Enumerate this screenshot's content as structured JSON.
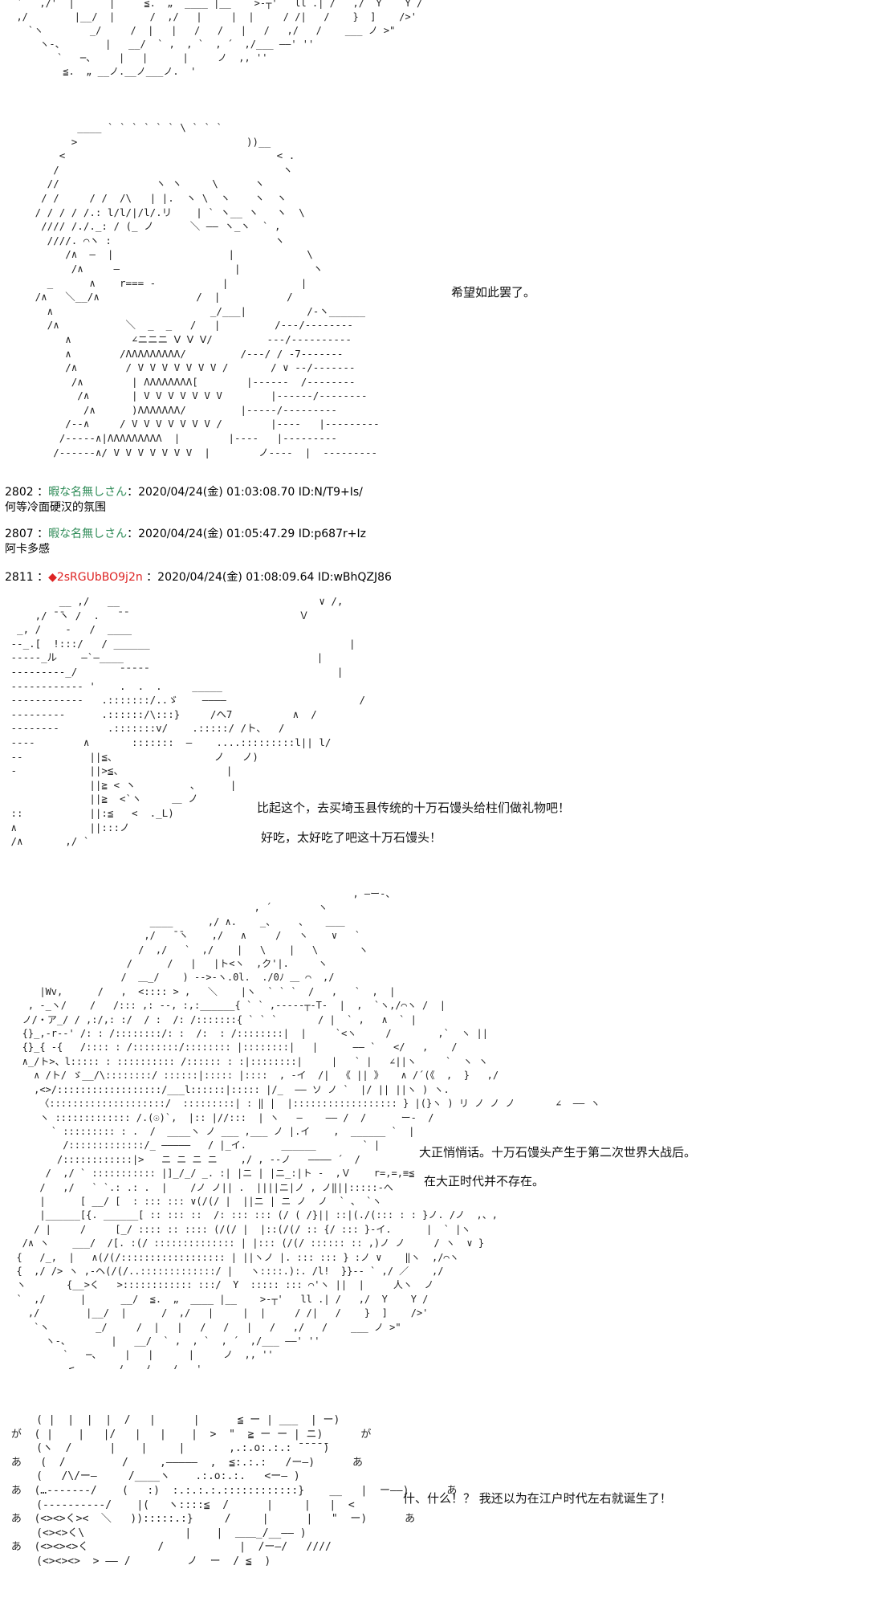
{
  "art": {
    "a1": "  `   ,/'  |      |     ≦.  „  ____ |__    >-┬'   ll .| /   ,/  Y    Y /\n  ,/        |__/  |      /  ,/   |     |  |     / /|   /    }  ]    />'\n    `ヽ        _/     /  |   |   /   /   |   /   ,/   /    ___ ノ >\"\n      ヽ-、       |   __/  ` ,  , `  , ´  ,/___ ――' ''\n         `   ─、    |   |      |     ノ  ,, ''\n          ≦.  „ __ノ.__ノ___ノ.  '",
    "a2": "            ____ ` ` ` ` ` ` \\ ` ` `\n           >                            ))__\n         <                                   < .\n        /                                     ヽ\n       //                ヽ ヽ     \\      ヽ\n      / /     / /  /\\   | |.  ヽ \\  ヽ    ヽ  ヽ\n     / / / / /.: l/l/|/l/.リ    | ` ヽ__ ヽ   ヽ  \\\n      //// /./._: / (_ ノ      ＼ ―― ヽ_ヽ  ` ,\n       ////. ⌒ヽ :                           ヽ\n          /∧  ―  |                   |            \\\n           /∧     ―                   |            ヽ\n       _      ∧    r=== -           |            |\n     /∧   ＼__/∧                /  |           /\n       ∧                          _/___|          /-ヽ______\n       /∧           ＼  _  _   /   |         /---/--------\n          ∧          ∠ニニニ Ⅴ Ⅴ Ⅴ/         ---/----------\n          ∧        /ΛΛΛΛΛΛΛΛΛ/         /---/ / -7-------\n          /∧        / V V V V V V V /       / ∨ --/-------\n           /∧        | ΛΛΛΛΛΛΛΛ[        |------  /--------\n            /∧       | V V V V V V V        |------/--------\n             /∧      )ΛΛΛΛΛΛΛ/         |-----/---------\n          /--∧     / V V V V V V V /        |----   |---------\n         /-----∧|ΛΛΛΛΛΛΛΛΛ  |        |----   |---------\n        /------∧/ V V V V V V V  |        ノ----  |  ---------",
    "a3": "         __ ,/   __                                 ∨ /,\n     ,/ ̄ ̄ヽ /  .   ̄ ̄                             Ｖ\n  _, /    -   /  ____\n --_.[  !:::/   / ______                                 |\n -----_ル    ―`―____                                |\n ---------_/       ̄ ̄ ̄ ̄ ̄                                |\n ------------ '    .  .  .     _____\n ------------   .:::::::/..ゞ    ――――                      /\n ---------      .::::::/\\:::}     /ヘ7          ∧  /\n --------        .:::::::v/    .:::::/ /ト、  /\n ----        ∧       :::::::  ―    ....:::::::::l|| l/\n --           ||≦、                ノ   ノ)\n -            ||>≦、                 |\n              ||≧ < ヽ         、     |\n              ||≧  <`ヽ     ＿ ノ\n ::           ||:≦   <  ._L)\n ∧            ||:::ノ\n /∧       ,/ `",
    "a4": "                                                            , ―ー-、\n                                           , ´        ヽ\n                         ____      ,/ ∧.    _、    、   ＿＿\n                        ,/   ̄ ̄ヽ    ,/   ∧     /   ヽ    ∨   `\n                       /  ,/   `  ,/    |   \\    |   \\       ヽ\n                     /      /   |   |ト<ヽ  ,ク'|.     ヽ\n                    /  ＿_/    ) -->-ヽ.0l.  ./0ﾉ ＿ ⌒  ,/\n      |Wv,      /   ,  <:::: > ,   ＼    |ヽ  ` ` `  /   ,   `  ,  |\n    , -_ヽ/    /   /::: ,: --, :,:______{ ` ` ,-----┬-T-  |  ,  `ヽ,/⌒ヽ /  |\n   ノ/・ア_/ / ,:/,: :/  / :  /: /:::::::{ ` ` `       / |  ` ,   ∧  ` |\n   {}_,-r--' /: : /::::::::/: :  /:  : /::::::::|  |     `<ヽ     /        ,`  ヽ ||\n   {}_{ -{   /:::: : /::::::::/:::::::: |::::::::|   |      ―― `   </   ,    /\n   ∧_/ト>、l::::: : :::::::::: /:::::: : :|::::::::|     |   ` |   ∠||ヽ     `  ヽ ヽ\n     ∧ /ト/ ゞ__/\\::::::::/ ::::::|::::: |::::  , -イ  /|  《 || 》   ∧ /´(《  ,  }   ,/\n     ,<>/::::::::::::::::::/___l::::::|::::: |/_  ―― ソ ノ `  |/ || ||ヽ ) ヽ.\n      〈::::::::::::::::::::/  :::::::::| : ‖ |  |:::::::::::::::::: } |(}ヽ ) リ ノ ノ ノ       ∠  ―― ヽ\n      ヽ ::::::::::::: /.(☉)`,  |:: |//:::  | ヽ   ―    ―― /  /      ー-  /\n        ` ::::::::: : .  /  ____ヽ ノ ___ ,___ ノ |.イ    ,  ______ `  |\n          /:::::::::::::/_ ―――――   / |_イ.      ______        ` |\n         /::::::::::::|>   ニ ニ ニ ニ    ,/ , --ノ   ―――― ´  /\n       /  ,/ ` ::::::::::: |]_/_/ _. :| |ニ | |ニ_:|ト -  ,Ｖ    r=,=,≡≦\n      /   ,/   ` `.: .: .  |    /ノ ノ|| .  ||||ニ|ノ , ノ‖||:::::-ヘ\n      |      [ __/ [  : ::: ::: ∨(/(/ |  ||ニ | ニ ノ  ノ  ` 、 `ヽ\n      |______[{. ______[ :: ::: ::  /: ::: ::: (/ ( /}|| ::|(./(::: : : }ノ. /ノ  ,、,\n     / |     /     [_/ :::: :: :::: (/(/ |  |::(/(/ :: {/ ::: }-イ.      |  ` |ヽ\n   /∧ ヽ    ___/  /[. :(/ :::::::::::::: | |::: (/(/ :::::: :: ,)ノ ノ     / ヽ  ∨ }\n  {   /_,  |   ∧(/(/:::::::::::::::::: | ||ヽノ |. ::: ::: } :ノ ∨    ‖ヽ  ,/⌒ヽ\n  {  ,/ /> ヽ ,-ヘ(/(/..:::::::::::::/ |   ヽ::::.):. /l!  }}-- ` ,/ ／    ,/\n  ヽ       {__>く   >:::::::::::: :::/  Y  ::::: ::: ⌒'ヽ ||  |     人ヽ  ノ\n  `  ,/      |      __/  ≦.  „  ____ |__    >-┬'   ll .| /   ,/  Y    Y /\n    ,/        |__/  |      /  ,/   |     |  |     / /|   /    }  ]    />'\n     `ヽ        _/     /  |   |   /   /   |   /   ,/   /    ___ ノ >\"\n       ヽ-、       |   __/  ` ,  , `  , ´  ,/___ ――' ''\n          `   ─、    |   |      |     ノ  ,, ''\n           ≦.  „ __ノ.__ノ___ノ.  '",
    "a5": "     ( |  |  |  |  /   |      |      ≦ ー | ___  | ー)\n が  ( |    |   |/   |   |    |  >  \"  ≧ ー ー | ニ)      が\n     (ヽ  /      |    |     |       ,.:.o:.:.: ̄ ̄ ̄ ̄ ̄)\n あ   (  /         /     ,―――――  ,  ≦:.:.:   /ー―)      あ\n     (   /\\/ー―     /____ヽ    .:.o:.:.   <ー― )\n あ  (…-------/    (   :)  :.:.:.:.::::::::::::}    __   |  ー――)      あ\n     (----------/    |(   ヽ::::≦  /      |     |   |  <\n あ  (<><>く><  ＼   )):::::.:}     /     |      |   \"  ー)      あ\n     (<><>く\\                |    |  ＿＿_/__―― )\n あ  (<><><>く           /            |  /ー―/   ////\n     (<><><>  > ―― /         ノ  ー  / ≦  )"
  },
  "captions": {
    "c1": "希望如此罢了。",
    "c2": "比起这个，去买埼玉县传统的十万石馒头给柱们做礼物吧！",
    "c3": "好吃，太好吃了吧这十万石馒头！",
    "c4": "大正悄悄话。十万石馒头产生于第二次世界大战后。",
    "c5": "在大正时代并不存在。",
    "c6": "什、什么！？  我还以为在江户时代左右就诞生了！"
  },
  "posts": [
    {
      "num": "2802",
      "sep": " ：",
      "name": "暇な名無しさん",
      "meta": "：2020/04/24(金) 01:03:08.70 ID:N/T9+Is/",
      "body": "何等冷面硬汉的氛围"
    },
    {
      "num": "2807",
      "sep": " ：",
      "name": "暇な名無しさん",
      "meta": "：2020/04/24(金) 01:05:47.29 ID:p687r+Iz",
      "body": "阿卡多感"
    },
    {
      "num": "2811",
      "sep": " ：",
      "trip": "◆2sRGUbBO9j2n",
      "meta": " ：2020/04/24(金) 01:08:09.64 ID:wBhQZJ86"
    }
  ]
}
